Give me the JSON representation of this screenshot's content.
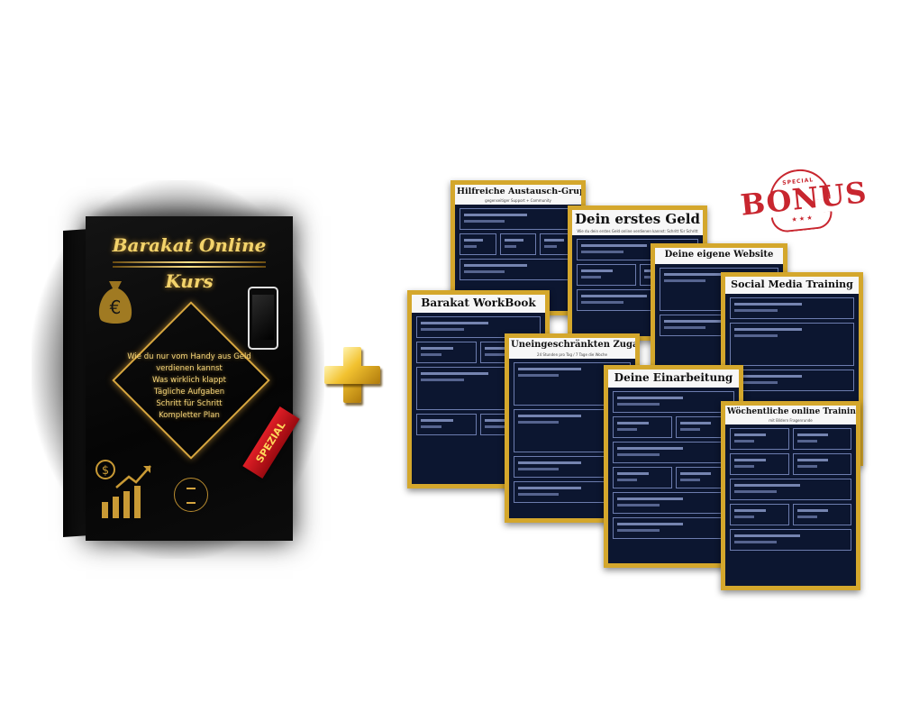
{
  "product_box": {
    "title_line1": "Barakat Online",
    "title_line2": "Kurs",
    "lines": [
      "Wie du nur vom Handy aus Geld",
      "verdienen kannst",
      "Was wirklich klappt",
      "Tägliche Aufgaben",
      "Schritt für Schritt",
      "Kompletter Plan"
    ],
    "ribbon": "SPEZIAL",
    "currency_symbol": "€",
    "dollar_symbol": "$"
  },
  "stamp": {
    "top_text": "SPECIAL",
    "main_text": "BONUS",
    "bottom_text": "★ ★ ★"
  },
  "cards": [
    {
      "title": "Hilfreiche Austausch-Gruppen",
      "subtitle": "gegenseitiger Support + Community"
    },
    {
      "title": "Dein erstes Geld",
      "subtitle": "Wie du dein erstes Geld online verdienen kannst: Schritt für Schritt"
    },
    {
      "title": "Deine eigene Website",
      "subtitle": ""
    },
    {
      "title": "Social Media Training",
      "subtitle": ""
    },
    {
      "title": "Barakat WorkBook",
      "subtitle": ""
    },
    {
      "title": "Uneingeschränkten Zugang",
      "subtitle": "24 Stunden pro Tag / 7 Tage die Woche"
    },
    {
      "title": "Deine Einarbeitung",
      "subtitle": ""
    },
    {
      "title": "Wöchentliche online Trainings",
      "subtitle": "mit Bildern Fragenrunde"
    }
  ],
  "colors": {
    "gold": "#d4a72c",
    "navy": "#0c1630",
    "stamp_red": "#c8262f"
  }
}
